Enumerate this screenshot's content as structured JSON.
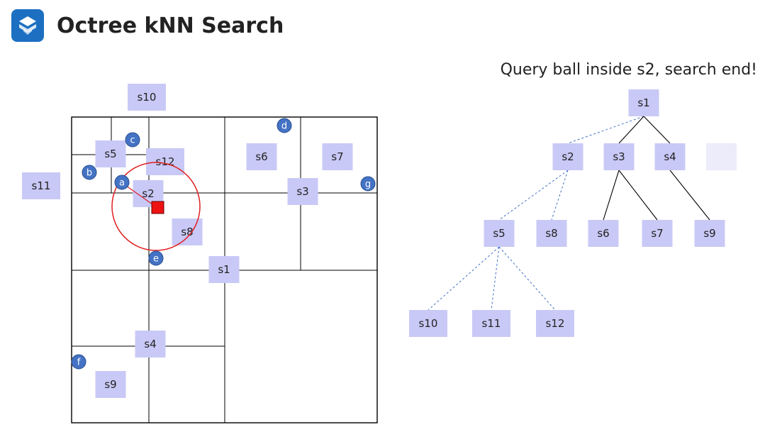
{
  "title": "Octree kNN Search",
  "status": "Query ball inside s2, search end!",
  "colors": {
    "node_fill": "#c9c9f7",
    "placeholder_fill": "#ececfb",
    "point_fill": "#4472c4",
    "query_fill": "#ee1111",
    "ball_stroke": "#e02020",
    "tree_edge": "#000000",
    "search_path": "#4472c4",
    "logo": "#1d6fc2"
  },
  "space": {
    "cells": [
      {
        "id": "s1",
        "label": "s1"
      },
      {
        "id": "s2",
        "label": "s2"
      },
      {
        "id": "s3",
        "label": "s3"
      },
      {
        "id": "s4",
        "label": "s4"
      },
      {
        "id": "s5",
        "label": "s5"
      },
      {
        "id": "s6",
        "label": "s6"
      },
      {
        "id": "s7",
        "label": "s7"
      },
      {
        "id": "s8",
        "label": "s8"
      },
      {
        "id": "s9",
        "label": "s9"
      },
      {
        "id": "s10",
        "label": "s10"
      },
      {
        "id": "s11",
        "label": "s11"
      },
      {
        "id": "s12",
        "label": "s12"
      }
    ],
    "points": [
      {
        "id": "a",
        "label": "a"
      },
      {
        "id": "b",
        "label": "b"
      },
      {
        "id": "c",
        "label": "c"
      },
      {
        "id": "d",
        "label": "d"
      },
      {
        "id": "e",
        "label": "e"
      },
      {
        "id": "f",
        "label": "f"
      },
      {
        "id": "g",
        "label": "g"
      }
    ]
  },
  "tree": {
    "nodes": [
      {
        "id": "s1",
        "label": "s1"
      },
      {
        "id": "s2",
        "label": "s2"
      },
      {
        "id": "s3",
        "label": "s3"
      },
      {
        "id": "s4",
        "label": "s4"
      },
      {
        "id": "s5",
        "label": "s5"
      },
      {
        "id": "s8",
        "label": "s8"
      },
      {
        "id": "s6",
        "label": "s6"
      },
      {
        "id": "s7",
        "label": "s7"
      },
      {
        "id": "s9",
        "label": "s9"
      },
      {
        "id": "s10",
        "label": "s10"
      },
      {
        "id": "s11",
        "label": "s11"
      },
      {
        "id": "s12",
        "label": "s12"
      }
    ],
    "edges": [
      {
        "from": "s1",
        "to": "s2",
        "style": "search"
      },
      {
        "from": "s1",
        "to": "s3",
        "style": "solid"
      },
      {
        "from": "s1",
        "to": "s4",
        "style": "solid"
      },
      {
        "from": "s2",
        "to": "s5",
        "style": "search"
      },
      {
        "from": "s2",
        "to": "s8",
        "style": "search"
      },
      {
        "from": "s3",
        "to": "s6",
        "style": "solid"
      },
      {
        "from": "s3",
        "to": "s7",
        "style": "solid"
      },
      {
        "from": "s4",
        "to": "s9",
        "style": "solid"
      },
      {
        "from": "s5",
        "to": "s10",
        "style": "search"
      },
      {
        "from": "s5",
        "to": "s11",
        "style": "search"
      },
      {
        "from": "s5",
        "to": "s12",
        "style": "search"
      }
    ]
  }
}
